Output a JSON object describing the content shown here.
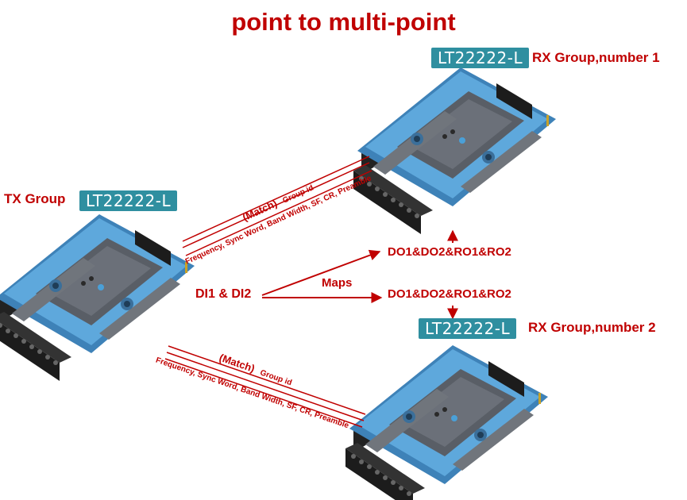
{
  "title": "point to multi-point",
  "model_label": "LT22222-L",
  "tx": {
    "group_label": "TX Group",
    "model": "LT22222-L"
  },
  "rx1": {
    "group_label": "RX Group,number 1",
    "model": "LT22222-L"
  },
  "rx2": {
    "group_label": "RX Group,number 2",
    "model": "LT22222-L"
  },
  "link1": {
    "match": "(Match)",
    "group_id": "Group id",
    "params": "Frequency, Sync Word, Band Width, SF, CR, Preamble"
  },
  "link2": {
    "match": "(Match)",
    "group_id": "Group id",
    "params": "Frequency, Sync Word, Band Width, SF, CR, Preamble"
  },
  "input_label": "DI1 & DI2",
  "maps_label": "Maps",
  "output1": "DO1&DO2&RO1&RO2",
  "output2": "DO1&DO2&RO1&RO2",
  "colors": {
    "title_red": "#c00000",
    "badge": "#2f8fa0",
    "device_blue": "#5ea8dc",
    "device_dark": "#555a60"
  }
}
